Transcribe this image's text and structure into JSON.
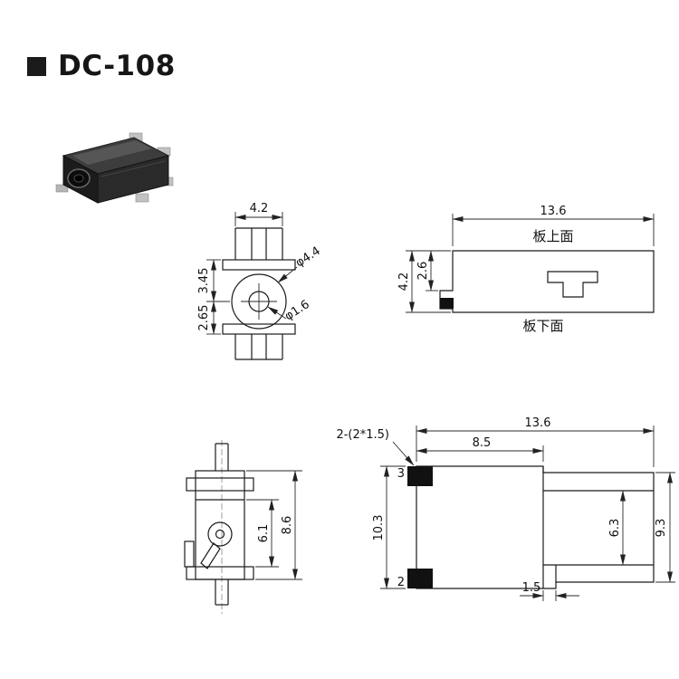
{
  "page": {
    "title": "DC-108"
  },
  "front_view": {
    "dim_width": "4.2",
    "dim_upper": "3.45",
    "dim_lower": "2.65",
    "dia_outer": "φ4.4",
    "dia_inner": "φ1.6"
  },
  "side_view": {
    "dim_width": "13.6",
    "board_top_label": "板上面",
    "board_bottom_label": "板下面",
    "dim_height": "4.2",
    "dim_pin_height": "2.6"
  },
  "profile_view": {
    "dim_inner_height": "6.1",
    "dim_outer_height": "8.6"
  },
  "plan_view": {
    "pad_note": "2-(2*1.5)",
    "dim_width": "13.6",
    "dim_left_width": "8.5",
    "pin_top_label": "3",
    "pin_bottom_label": "2",
    "dim_height_left": "10.3",
    "dim_height_inner": "6.3",
    "dim_height_right": "9.3",
    "dim_tab_width": "1.5"
  }
}
